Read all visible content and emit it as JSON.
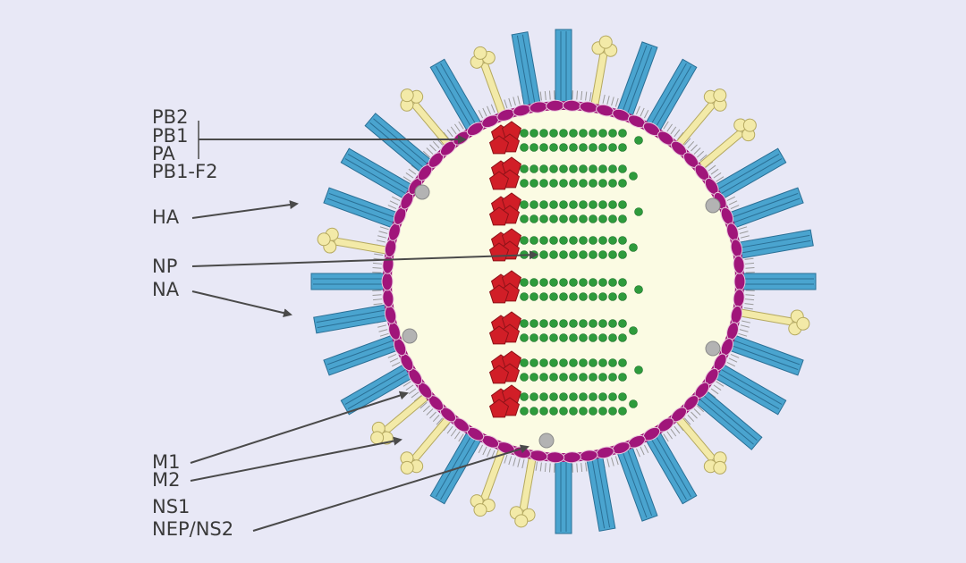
{
  "labels": {
    "pb2": "PB2",
    "pb1": "PB1",
    "pa": "PA",
    "pb1f2": "PB1-F2",
    "ha": "HA",
    "np": "NP",
    "na": "NA",
    "m1": "M1",
    "m2": "M2",
    "ns1": "NS1",
    "nep_ns2": "NEP/NS2"
  },
  "colors": {
    "background": "#e8e8f6",
    "interior": "#fbfbe3",
    "matrix_m1": "#a0157a",
    "ha_spike": "#4aa4cf",
    "na_spike": "#f3eaa8",
    "m2_channel": "#e98a22",
    "polymerase": "#d11e27",
    "nucleoprotein": "#2e9b3c",
    "nep": "#b3b3b3",
    "lipid": "#9a9a9a",
    "arrow": "#4a4a4a"
  },
  "icons": [
    "ha-spike-icon",
    "na-spike-icon",
    "m2-channel-icon",
    "polymerase-icon",
    "nucleoprotein-strand-icon"
  ]
}
